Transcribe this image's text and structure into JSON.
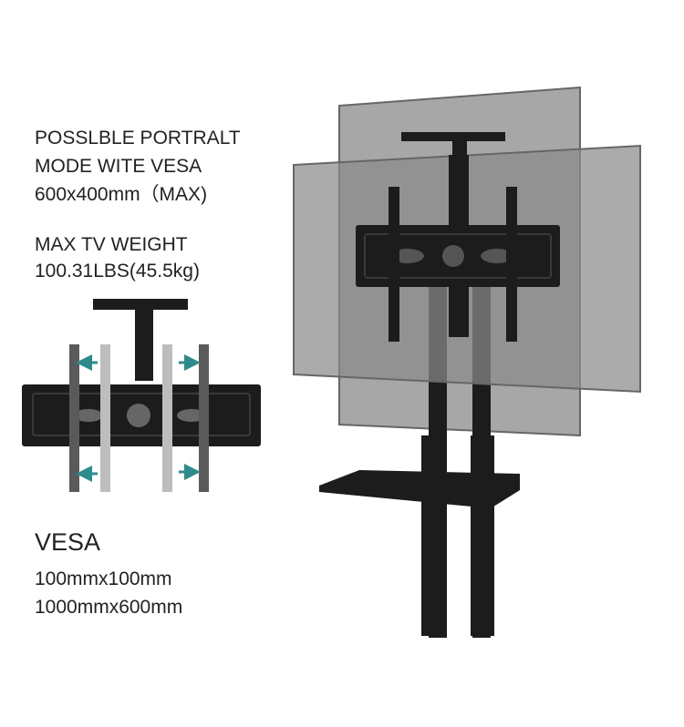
{
  "portrait": {
    "line1": "POSSLBLE PORTRALT",
    "line2": "MODE WITE VESA",
    "line3": "600x400mm（MAX)"
  },
  "weight": {
    "line1": "MAX TV WEIGHT",
    "line2": "100.31LBS(45.5kg)"
  },
  "vesa": {
    "heading": "VESA",
    "line1": "100mmx100mm",
    "line2": "1000mmx600mm"
  },
  "colors": {
    "accent_arrow": "#2e8b8b",
    "panel": "#8a8a8a",
    "hardware": "#1c1c1c"
  }
}
